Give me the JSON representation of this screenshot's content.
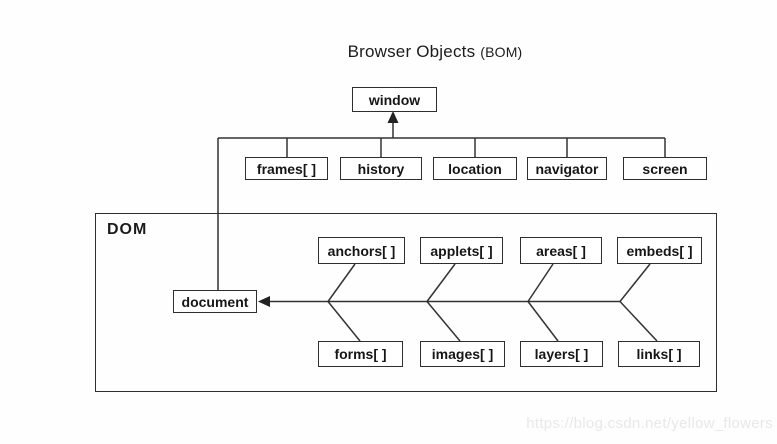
{
  "title": {
    "main": "Browser Objects",
    "suffix": "(BOM)"
  },
  "bom": {
    "root": "window",
    "children": [
      "frames[ ]",
      "history",
      "location",
      "navigator",
      "screen"
    ]
  },
  "dom": {
    "label": "DOM",
    "root": "document",
    "top_row": [
      "anchors[ ]",
      "applets[ ]",
      "areas[ ]",
      "embeds[ ]"
    ],
    "bottom_row": [
      "forms[ ]",
      "images[ ]",
      "layers[ ]",
      "links[ ]"
    ]
  },
  "watermark": "https://blog.csdn.net/yellow_flowers",
  "colors": {
    "line": "#333333",
    "box_border": "#2e2e2e",
    "text": "#161616",
    "watermark_text": "#e8e8e8",
    "background": "#fefefe"
  }
}
